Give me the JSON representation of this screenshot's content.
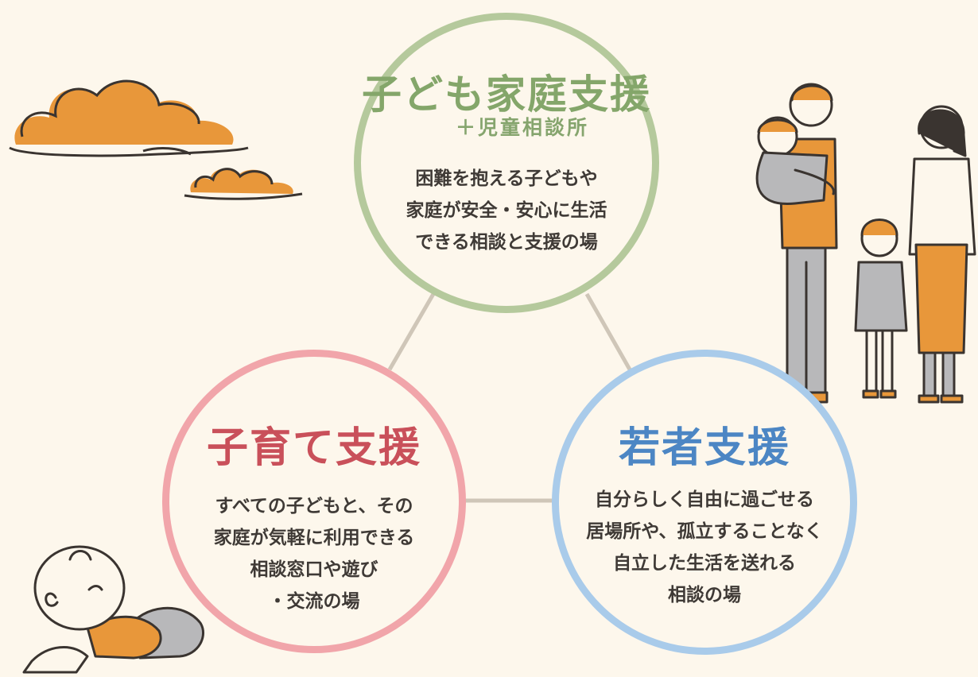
{
  "circles": {
    "child_family": {
      "title": "子ども家庭支援",
      "subtitle": "＋児童相談所",
      "lines": [
        "困難を抱える子どもや",
        "家庭が安全・安心に生活",
        "できる相談と支援の場"
      ],
      "ring_color": "#b5c99c",
      "title_color": "#84a66a"
    },
    "parenting": {
      "title": "子育て支援",
      "lines": [
        "すべての子どもと、その",
        "家庭が気軽に利用できる",
        "相談窓口や遊び",
        "・交流の場"
      ],
      "ring_color": "#f1a5aa",
      "title_color": "#c9505a"
    },
    "youth": {
      "title": "若者支援",
      "lines": [
        "自分らしく自由に過ごせる",
        "居場所や、孤立することなく",
        "自立した生活を送れる",
        "相談の場"
      ],
      "ring_color": "#a9cbea",
      "title_color": "#4c86c4"
    }
  },
  "colors": {
    "background": "#fdf7ec",
    "accent_orange": "#e8973a",
    "connector": "#cfc6b8",
    "outline": "#3a3430",
    "clothing_gray": "#b8b8ba"
  },
  "icons": [
    "cloud-icon",
    "family-icon",
    "baby-icon"
  ]
}
